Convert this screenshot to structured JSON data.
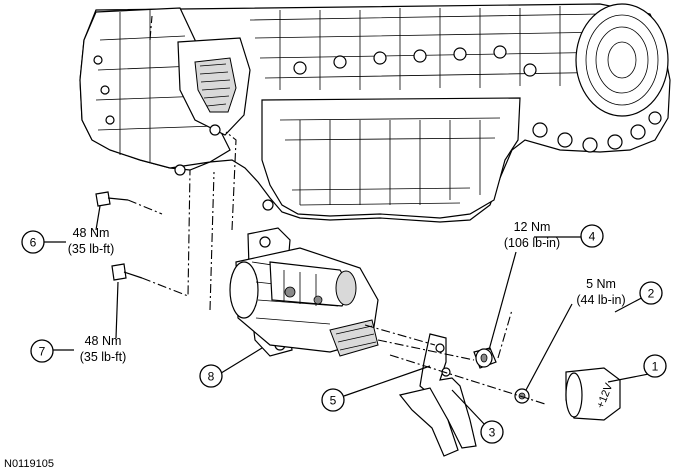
{
  "reference_id": "N0119105",
  "callouts": [
    {
      "number": "1",
      "torque": ""
    },
    {
      "number": "2",
      "torque": "5 Nm",
      "torque_alt": "(44 lb-in)"
    },
    {
      "number": "3",
      "torque": ""
    },
    {
      "number": "4",
      "torque": "12 Nm",
      "torque_alt": "(106 lb-in)"
    },
    {
      "number": "5",
      "torque": ""
    },
    {
      "number": "6",
      "torque": "48 Nm",
      "torque_alt": "(35 lb-ft)"
    },
    {
      "number": "7",
      "torque": "48 Nm",
      "torque_alt": "(35 lb-ft)"
    },
    {
      "number": "8",
      "torque": ""
    }
  ],
  "connector_label": "+12V"
}
